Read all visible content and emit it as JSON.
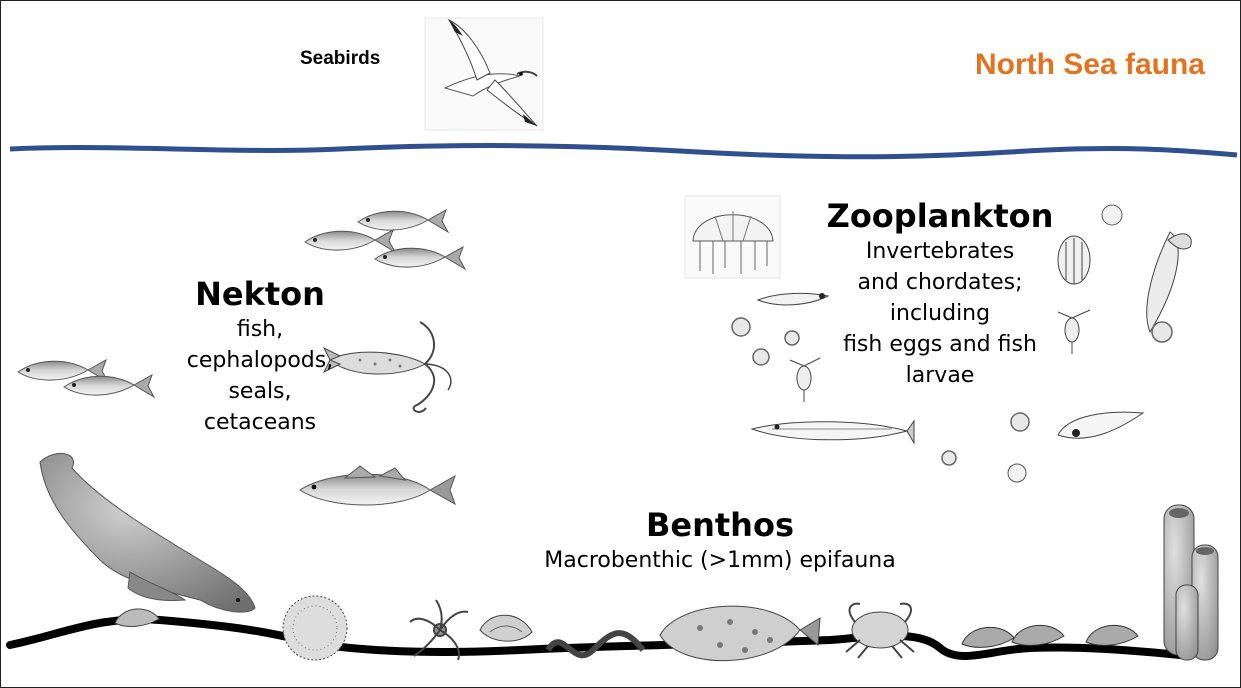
{
  "title": "North Sea fauna",
  "colors": {
    "title": "#e2731f",
    "water_line": "#2f4f8f",
    "seabed_line": "#000000"
  },
  "seabirds": {
    "label": "Seabirds"
  },
  "nekton": {
    "heading": "Nekton",
    "lines": [
      "fish,",
      "cephalopods,",
      "seals,",
      "cetaceans"
    ]
  },
  "zooplankton": {
    "heading": "Zooplankton",
    "lines": [
      "Invertebrates",
      "and chordates;",
      "including",
      "fish eggs and fish",
      "larvae"
    ]
  },
  "benthos": {
    "heading": "Benthos",
    "subtitle": "Macrobenthic (>1mm) epifauna"
  }
}
